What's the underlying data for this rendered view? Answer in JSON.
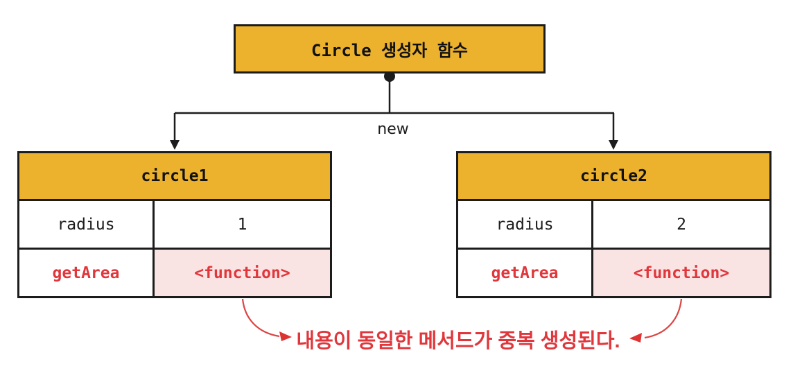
{
  "diagram": {
    "constructor_label": "Circle 생성자 함수",
    "new_label": "new",
    "annotation": "내용이 동일한 메서드가 중복 생성된다."
  },
  "tables": [
    {
      "name": "circle1",
      "rows": [
        {
          "key": "radius",
          "value": "1"
        },
        {
          "key": "getArea",
          "value": "<function>"
        }
      ]
    },
    {
      "name": "circle2",
      "rows": [
        {
          "key": "radius",
          "value": "2"
        },
        {
          "key": "getArea",
          "value": "<function>"
        }
      ]
    }
  ],
  "icons": {
    "connector_dot": "filled-circle",
    "branch_arrows": "down-arrow",
    "annotation_arrows": "curved-arrow"
  },
  "colors": {
    "header_yellow": "#ECB22D",
    "function_cell_pink": "#FAE3E3",
    "accent_red": "#E0373C",
    "line_black": "#1C1C1C"
  }
}
